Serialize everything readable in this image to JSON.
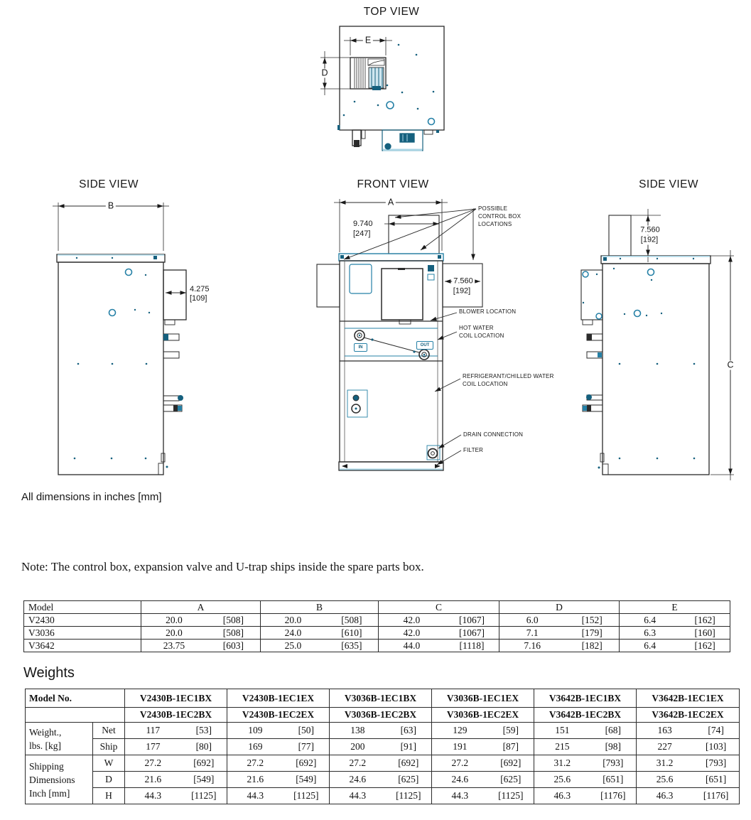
{
  "colors": {
    "line": "#2a2a2a",
    "teal": "#2580a6",
    "teal_dark": "#15607e",
    "teal_light": "#a9d4e4"
  },
  "views": {
    "top": {
      "title": "TOP VIEW",
      "dim_e": "E",
      "dim_d": "D"
    },
    "side_left": {
      "title": "SIDE VIEW",
      "dim_b": "B",
      "depth_in": "4.275",
      "depth_mm": "[109]"
    },
    "front": {
      "title": "FRONT VIEW",
      "dim_a": "A",
      "duct_in": "9.740",
      "duct_mm": "[247]",
      "box_in": "7.560",
      "box_mm": "[192]",
      "in_label": "IN",
      "out_label": "OUT",
      "callouts": {
        "control_1": "POSSIBLE",
        "control_2": "CONTROL BOX",
        "control_3": "LOCATIONS",
        "blower": "BLOWER LOCATION",
        "hot_water_1": "HOT WATER",
        "hot_water_2": "COIL LOCATION",
        "refrig_1": "REFRIGERANT/CHILLED WATER",
        "refrig_2": "COIL LOCATION",
        "drain": "DRAIN CONNECTION",
        "filter": "FILTER"
      }
    },
    "side_right": {
      "title": "SIDE VIEW",
      "dim_c": "C",
      "duct_in": "7.560",
      "duct_mm": "[192]"
    }
  },
  "units_note": "All dimensions in inches [mm]",
  "note": "Note: The control box, expansion valve and U-trap ships inside the spare parts box.",
  "dim_table": {
    "col_headers": [
      "Model",
      "A",
      "B",
      "C",
      "D",
      "E"
    ],
    "rows": [
      {
        "model": "V2430",
        "vals": [
          [
            "20.0",
            "[508]"
          ],
          [
            "20.0",
            "[508]"
          ],
          [
            "42.0",
            "[1067]"
          ],
          [
            "6.0",
            "[152]"
          ],
          [
            "6.4",
            "[162]"
          ]
        ]
      },
      {
        "model": "V3036",
        "vals": [
          [
            "20.0",
            "[508]"
          ],
          [
            "24.0",
            "[610]"
          ],
          [
            "42.0",
            "[1067]"
          ],
          [
            "7.1",
            "[179]"
          ],
          [
            "6.3",
            "[160]"
          ]
        ]
      },
      {
        "model": "V3642",
        "vals": [
          [
            "23.75",
            "[603]"
          ],
          [
            "25.0",
            "[635]"
          ],
          [
            "44.0",
            "[1118]"
          ],
          [
            "7.16",
            "[182]"
          ],
          [
            "6.4",
            "[162]"
          ]
        ]
      }
    ]
  },
  "weights": {
    "heading": "Weights",
    "model_no": "Model No.",
    "models_row1": [
      "V2430B-1EC1BX",
      "V2430B-1EC1EX",
      "V3036B-1EC1BX",
      "V3036B-1EC1EX",
      "V3642B-1EC1BX",
      "V3642B-1EC1EX"
    ],
    "models_row2": [
      "V2430B-1EC2BX",
      "V2430B-1EC2EX",
      "V3036B-1EC2BX",
      "V3036B-1EC2EX",
      "V3642B-1EC2BX",
      "V3642B-1EC2EX"
    ],
    "groups": [
      {
        "label_lines": [
          "Weight.,",
          "lbs. [kg]"
        ],
        "rows": [
          {
            "key": "Net",
            "vals": [
              [
                "117",
                "[53]"
              ],
              [
                "109",
                "[50]"
              ],
              [
                "138",
                "[63]"
              ],
              [
                "129",
                "[59]"
              ],
              [
                "151",
                "[68]"
              ],
              [
                "163",
                "[74]"
              ]
            ]
          },
          {
            "key": "Ship",
            "vals": [
              [
                "177",
                "[80]"
              ],
              [
                "169",
                "[77]"
              ],
              [
                "200",
                "[91]"
              ],
              [
                "191",
                "[87]"
              ],
              [
                "215",
                "[98]"
              ],
              [
                "227",
                "[103]"
              ]
            ]
          }
        ]
      },
      {
        "label_lines": [
          "Shipping",
          "Dimensions",
          "Inch [mm]"
        ],
        "rows": [
          {
            "key": "W",
            "vals": [
              [
                "27.2",
                "[692]"
              ],
              [
                "27.2",
                "[692]"
              ],
              [
                "27.2",
                "[692]"
              ],
              [
                "27.2",
                "[692]"
              ],
              [
                "31.2",
                "[793]"
              ],
              [
                "31.2",
                "[793]"
              ]
            ]
          },
          {
            "key": "D",
            "vals": [
              [
                "21.6",
                "[549]"
              ],
              [
                "21.6",
                "[549]"
              ],
              [
                "24.6",
                "[625]"
              ],
              [
                "24.6",
                "[625]"
              ],
              [
                "25.6",
                "[651]"
              ],
              [
                "25.6",
                "[651]"
              ]
            ]
          },
          {
            "key": "H",
            "vals": [
              [
                "44.3",
                "[1125]"
              ],
              [
                "44.3",
                "[1125]"
              ],
              [
                "44.3",
                "[1125]"
              ],
              [
                "44.3",
                "[1125]"
              ],
              [
                "46.3",
                "[1176]"
              ],
              [
                "46.3",
                "[1176]"
              ]
            ]
          }
        ]
      }
    ]
  }
}
